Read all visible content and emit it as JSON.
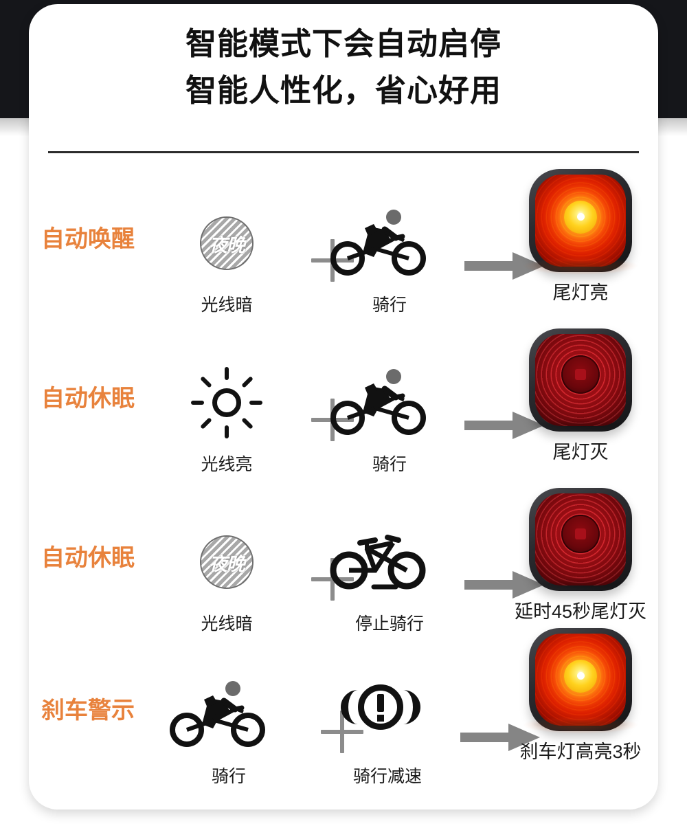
{
  "header": {
    "line1": "智能模式下会自动启停",
    "line2": "智能人性化，省心好用"
  },
  "colors": {
    "accent_orange": "#e8823c",
    "text_dark": "#1a1a1a",
    "arrow_gray": "#858585",
    "plus_gray": "#8c8c8c",
    "band_black": "#15161a",
    "light_on_core": "#ffd21e",
    "light_off_red": "#c41018"
  },
  "rows": [
    {
      "mode_title": "自动唤醒",
      "condition_icon": "night-circle-icon",
      "condition_icon_text": "夜晚",
      "condition_label": "光线暗",
      "plus_icon": "plus-icon",
      "action_icon": "cyclist-riding-icon",
      "action_label": "骑行",
      "arrow_icon": "arrow-right-icon",
      "result_icon": "taillight-on-icon",
      "result_state": "on",
      "result_label": "尾灯亮"
    },
    {
      "mode_title": "自动休眠",
      "condition_icon": "sun-icon",
      "condition_icon_text": "",
      "condition_label": "光线亮",
      "plus_icon": "plus-icon",
      "action_icon": "cyclist-riding-icon",
      "action_label": "骑行",
      "arrow_icon": "arrow-right-icon",
      "result_icon": "taillight-off-icon",
      "result_state": "off",
      "result_label": "尾灯灭"
    },
    {
      "mode_title": "自动休眠",
      "condition_icon": "night-circle-icon",
      "condition_icon_text": "夜晚",
      "condition_label": "光线暗",
      "plus_icon": "plus-icon",
      "action_icon": "bicycle-stopped-icon",
      "action_label": "停止骑行",
      "arrow_icon": "arrow-right-icon",
      "result_icon": "taillight-off-icon",
      "result_state": "off",
      "result_label": "延时45秒尾灯灭"
    },
    {
      "mode_title": "刹车警示",
      "condition_icon": "cyclist-riding-icon",
      "condition_icon_text": "",
      "condition_label": "骑行",
      "plus_icon": "plus-icon",
      "action_icon": "brake-warning-icon",
      "action_label": "骑行减速",
      "arrow_icon": "arrow-right-icon",
      "result_icon": "taillight-on-icon",
      "result_state": "on",
      "result_label": "刹车灯高亮3秒"
    }
  ]
}
